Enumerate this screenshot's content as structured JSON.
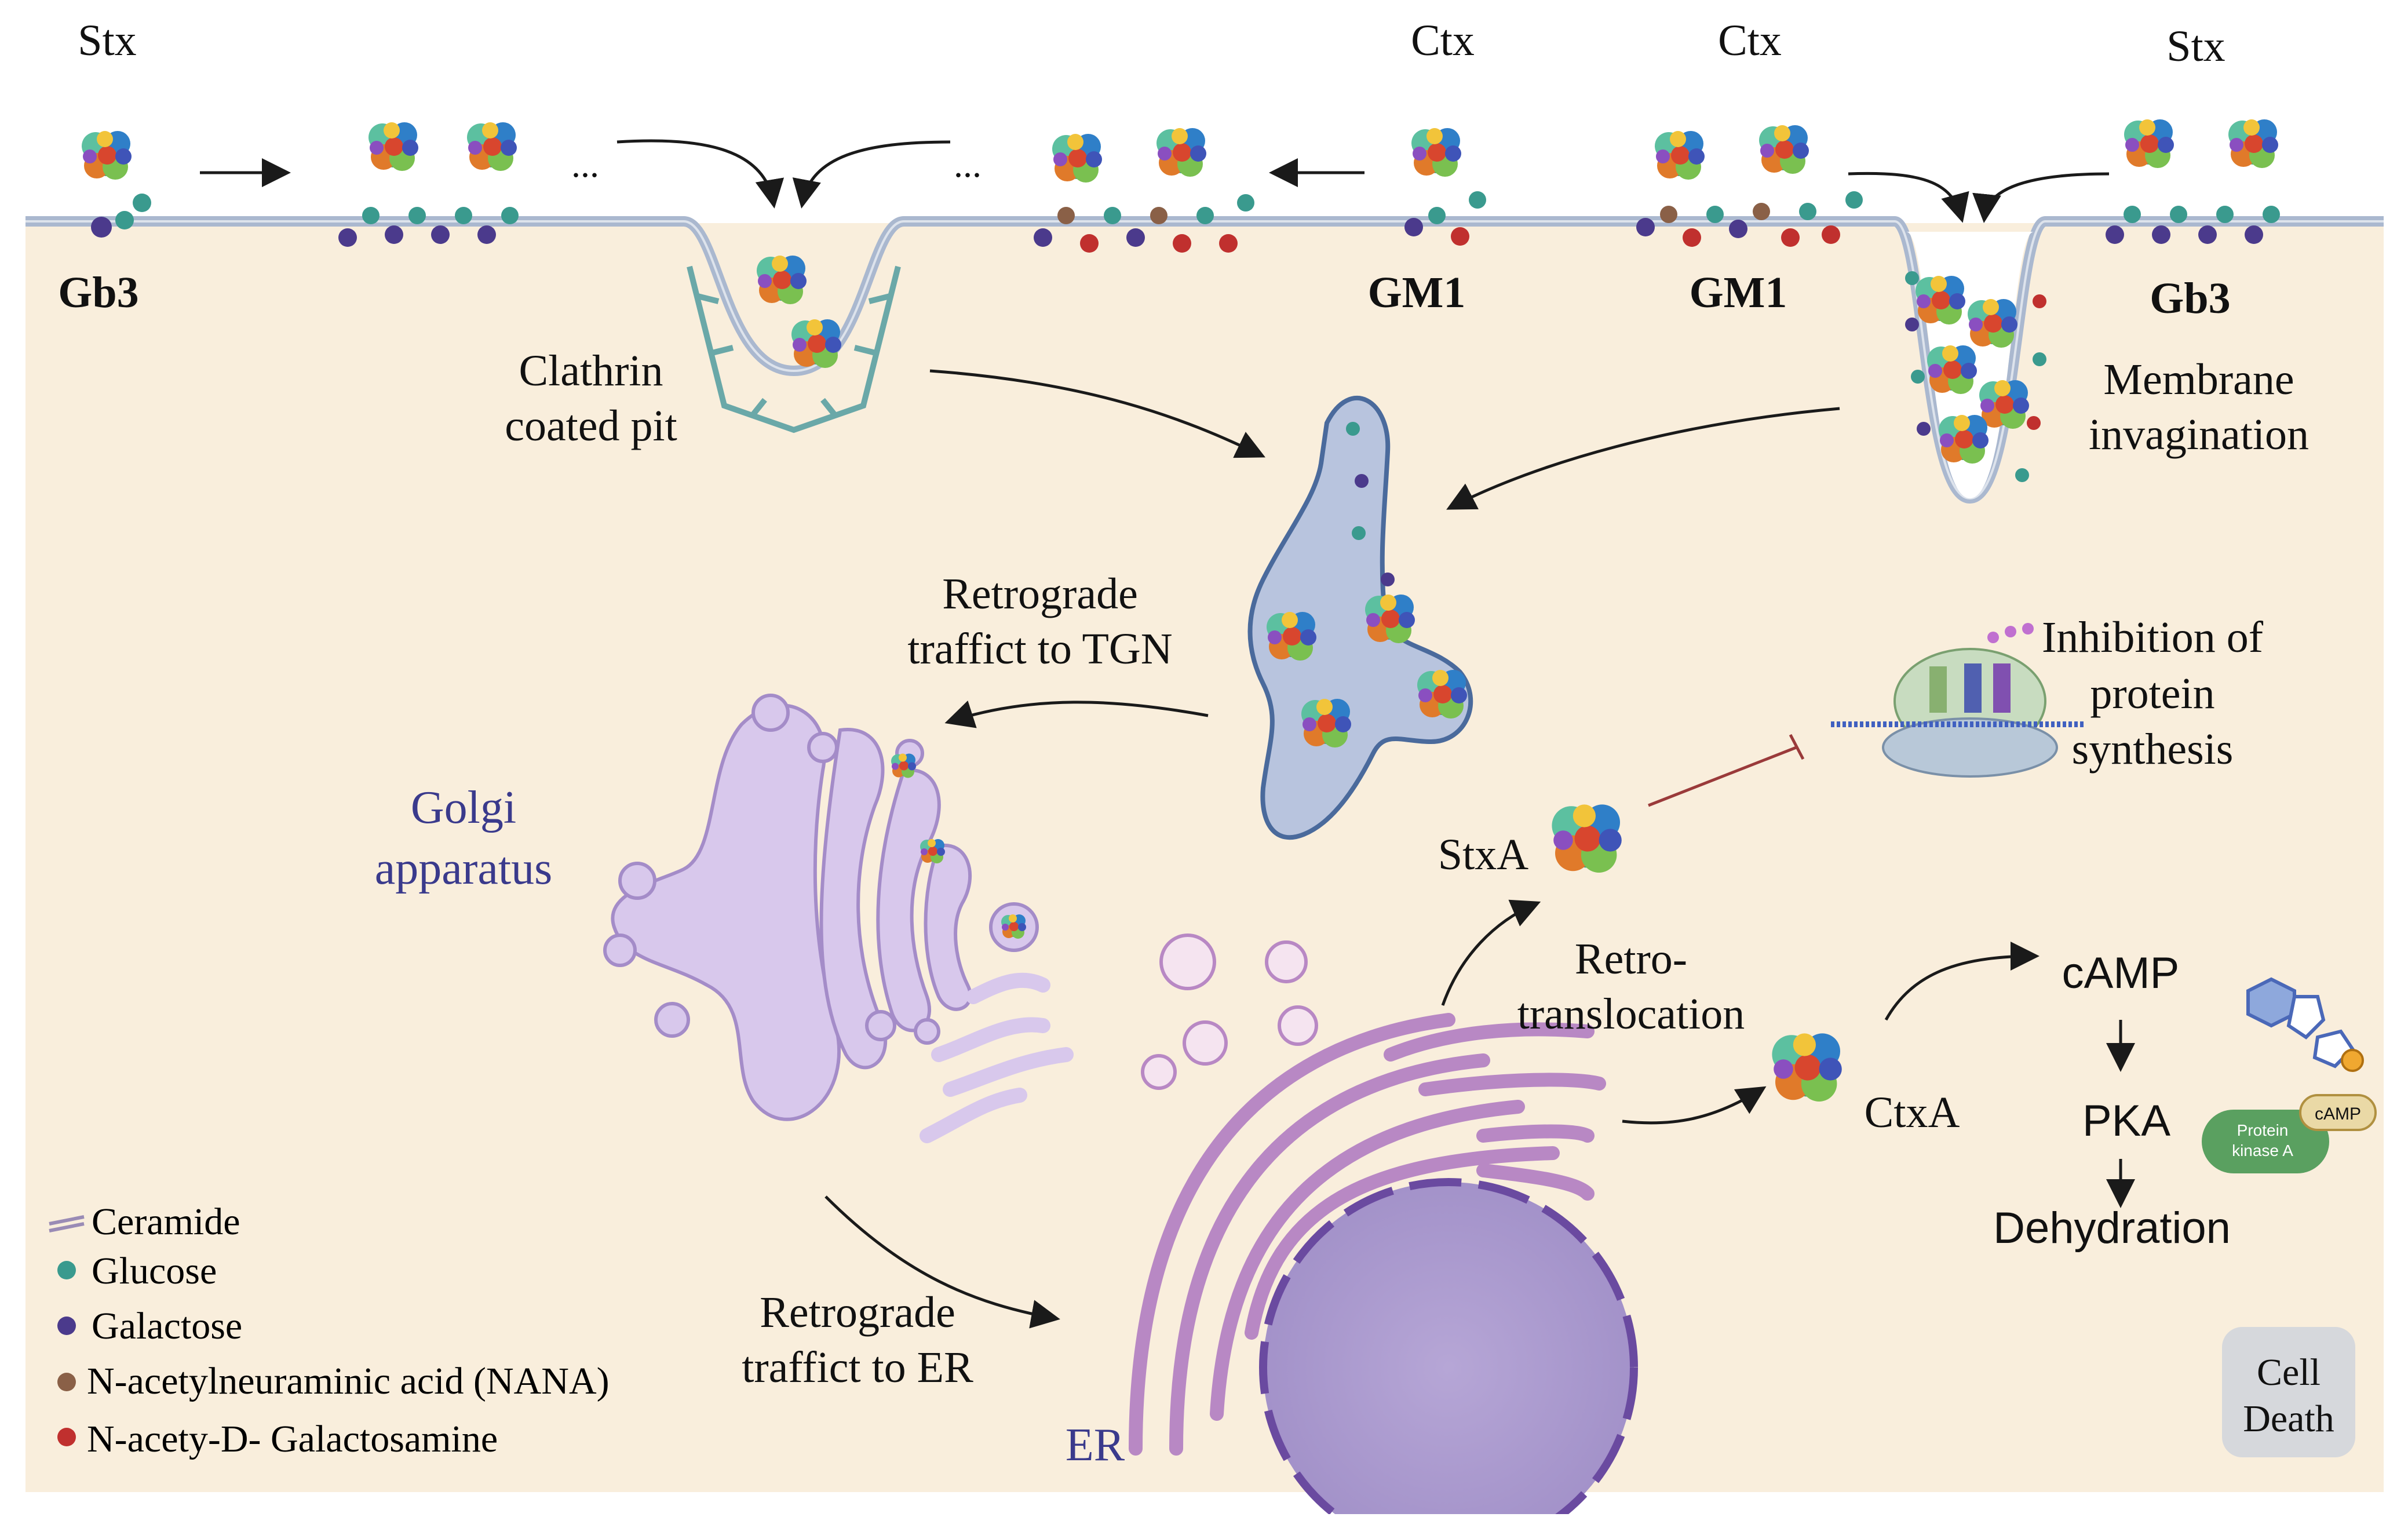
{
  "labels": {
    "stx_left": "Stx",
    "gb3_left": "Gb3",
    "ctx_1": "Ctx",
    "ctx_2": "Ctx",
    "stx_right": "Stx",
    "gm1_1": "GM1",
    "gm1_2": "GM1",
    "gb3_right": "Gb3",
    "ellipsis_left": "...",
    "ellipsis_right": "...",
    "clathrin_line1": "Clathrin",
    "clathrin_line2": "coated pit",
    "membrane_line1": "Membrane",
    "membrane_line2": "invagination",
    "retro_tgn_line1": "Retrograde",
    "retro_tgn_line2": "traffict to TGN",
    "golgi_line1": "Golgi",
    "golgi_line2": "apparatus",
    "inhibition_line1": "Inhibition of",
    "inhibition_line2": "protein",
    "inhibition_line3": "synthesis",
    "stxa": "StxA",
    "retrotrans_line1": "Retro-",
    "retrotrans_line2": "translocation",
    "ctxa": "CtxA",
    "camp": "cAMP",
    "pka": "PKA",
    "dehydration": "Dehydration",
    "protein_kinase_line1": "Protein",
    "protein_kinase_line2": "kinase A",
    "camp_small": "cAMP",
    "retro_er_line1": "Retrograde",
    "retro_er_line2": "traffict to ER",
    "er": "ER",
    "cell_death_line1": "Cell",
    "cell_death_line2": "Death"
  },
  "legend": [
    {
      "label": "Ceramide",
      "color": "#9a8bb5",
      "icon": "ceramide-line-icon"
    },
    {
      "label": "Glucose",
      "color": "#3a9a8e",
      "icon": "glucose-dot-icon"
    },
    {
      "label": "Galactose",
      "color": "#4b3a8c",
      "icon": "galactose-dot-icon"
    },
    {
      "label": "N-acetylneuraminic acid (NANA)",
      "color": "#8a6047",
      "icon": "nana-dot-icon"
    },
    {
      "label": "N-acety-D- Galactosamine",
      "color": "#c0302e",
      "icon": "galnac-dot-icon"
    }
  ],
  "colors": {
    "cytoplasm": "#f9eedc",
    "membrane": "#aab8cf",
    "golgi": "#d8c8ec",
    "golgi_stroke": "#a48cc8",
    "er_fill": "#dcc0e2",
    "nucleus": "#ad9ccf",
    "endosome": "#b8c4de",
    "blue_label": "#3a3a8c",
    "clathrin": "#6aa8a8",
    "inhibit": "#9a3a3a",
    "pka_green": "#5aa060",
    "camp_tan": "#ead9a6"
  }
}
